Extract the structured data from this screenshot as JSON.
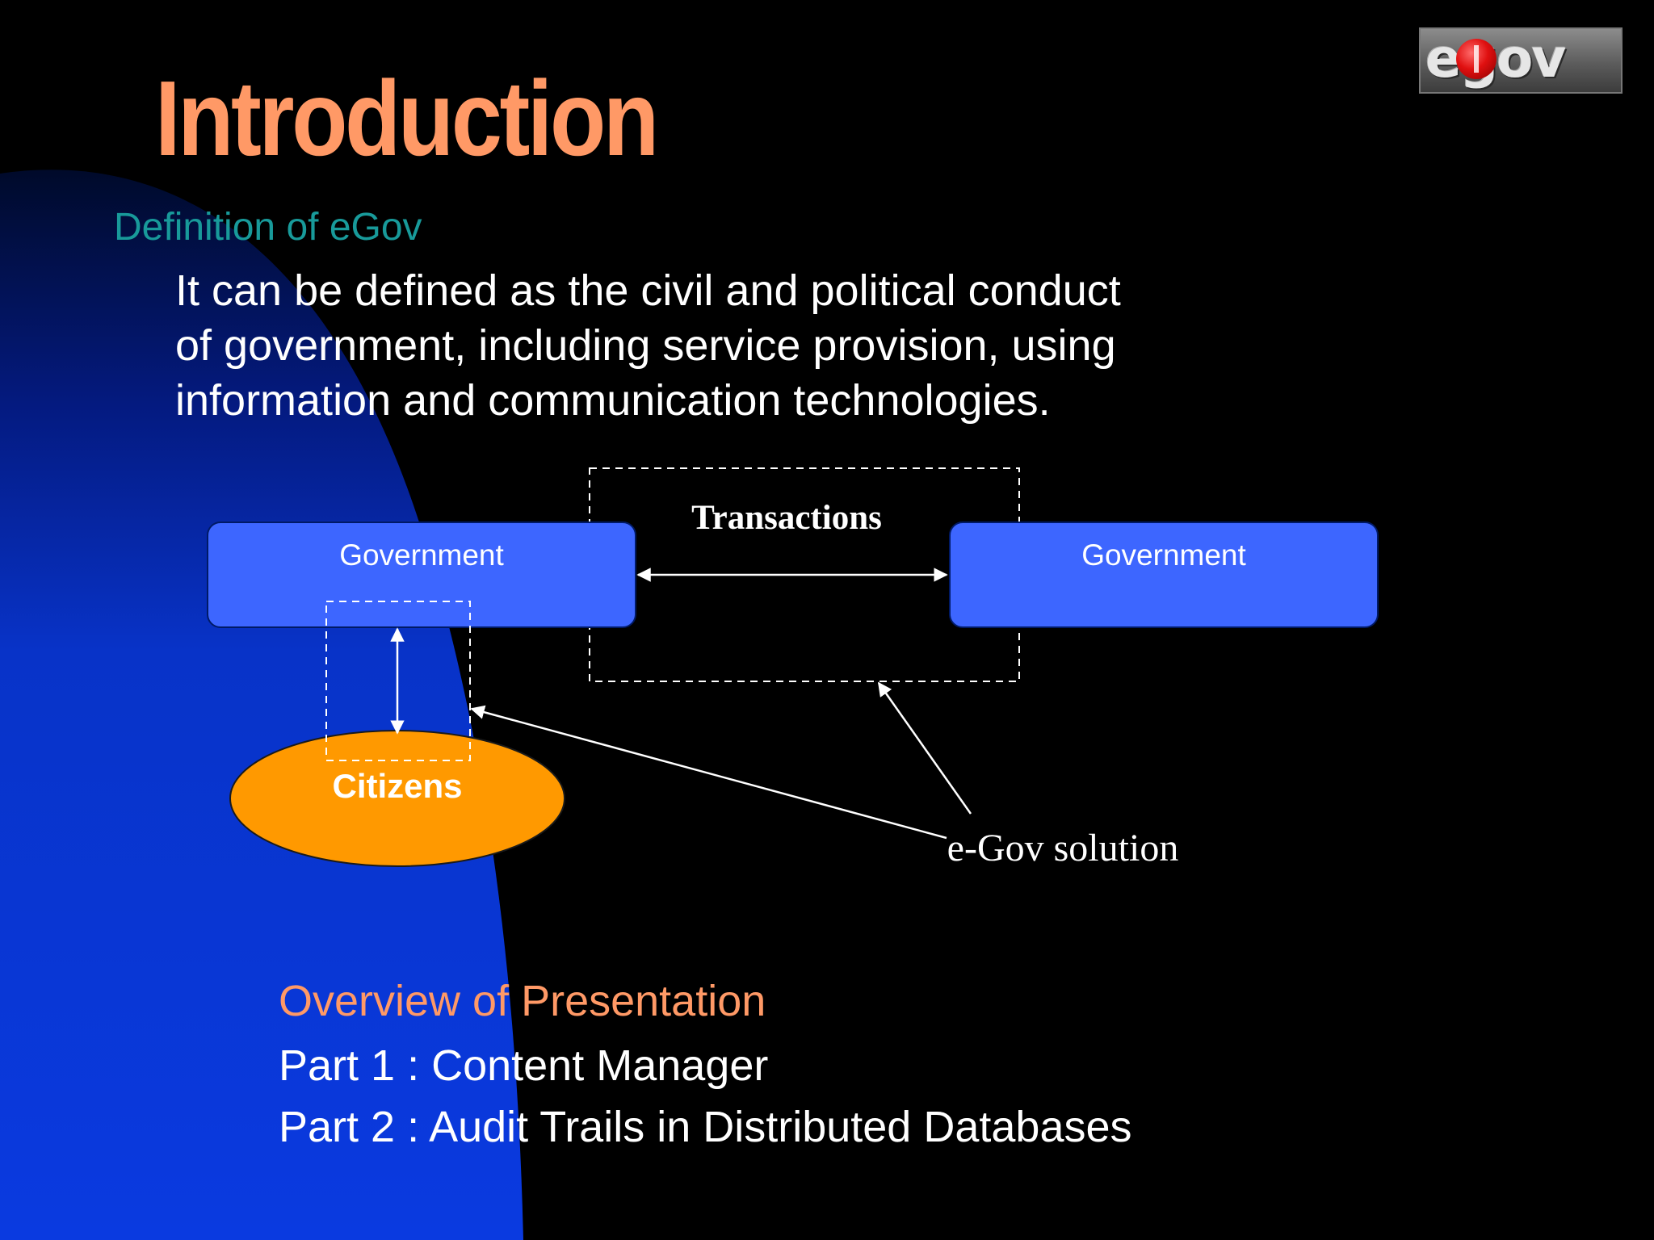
{
  "slide": {
    "title": "Introduction",
    "definition": {
      "heading": "Definition of eGov",
      "lines": [
        "It can be defined as the civil and political conduct",
        "of government, including service provision, using",
        "information and communication technologies."
      ]
    },
    "diagram": {
      "node_government_left": "Government",
      "node_government_right": "Government",
      "node_citizens": "Citizens",
      "label_transactions": "Transactions",
      "label_solution": "e-Gov solution"
    },
    "overview": {
      "heading": "Overview of Presentation",
      "items": [
        "Part 1 : Content Manager",
        "Part 2 : Audit Trails in Distributed Databases"
      ]
    },
    "logo": {
      "text": "egov",
      "icon": "egov-logo-icon"
    }
  },
  "colors": {
    "background": "#000000",
    "swoosh": "#0a37d8",
    "title": "#ff9966",
    "heading": "#189a9a",
    "box_fill": "#3d66ff",
    "citizens_fill": "#ff9900",
    "text": "#ffffff"
  }
}
